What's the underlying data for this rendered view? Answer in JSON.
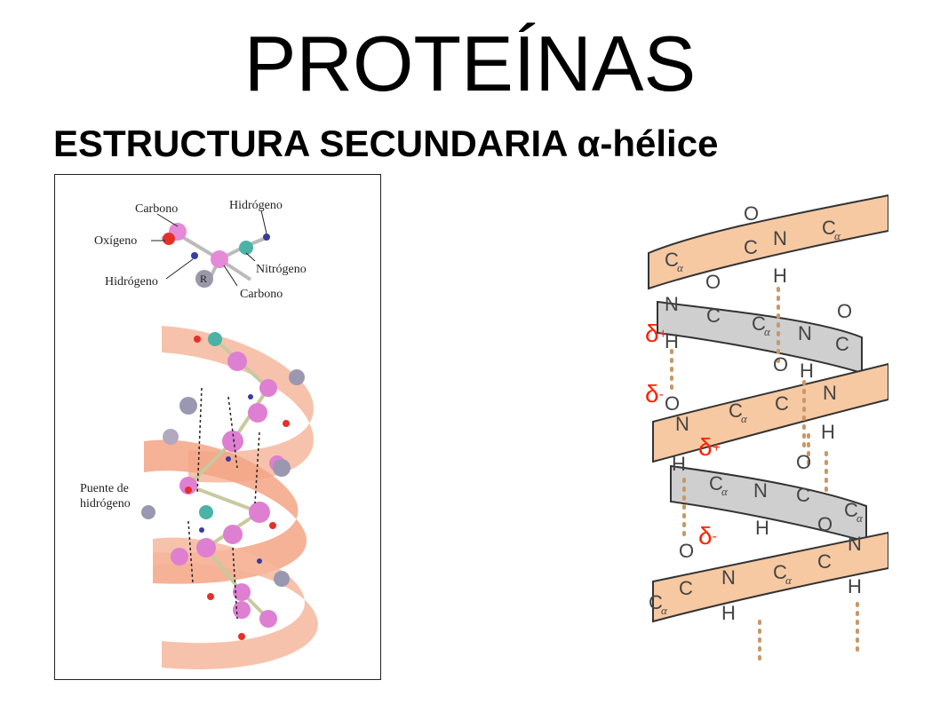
{
  "title": "PROTEÍNAS",
  "subtitle": "ESTRUCTURA SECUNDARIA α-hélice",
  "left_figure": {
    "labels": {
      "carbono_top": "Carbono",
      "hidrogeno_top": "Hidrógeno",
      "oxigeno": "Oxígeno",
      "nitrogeno": "Nitrógeno",
      "hidrogeno_left": "Hidrógeno",
      "carbono_bottom": "Carbono",
      "r_group": "R",
      "puente_line1": "Puente de",
      "puente_line2": "hidrógeno"
    }
  },
  "right_figure": {
    "deltas": [
      {
        "symbol": "δ",
        "charge": "+"
      },
      {
        "symbol": "δ",
        "charge": "-"
      },
      {
        "symbol": "δ",
        "charge": "+"
      },
      {
        "symbol": "δ",
        "charge": "-"
      }
    ],
    "atoms": {
      "O": "O",
      "C": "C",
      "N": "N",
      "H": "H",
      "alpha": "α"
    }
  }
}
